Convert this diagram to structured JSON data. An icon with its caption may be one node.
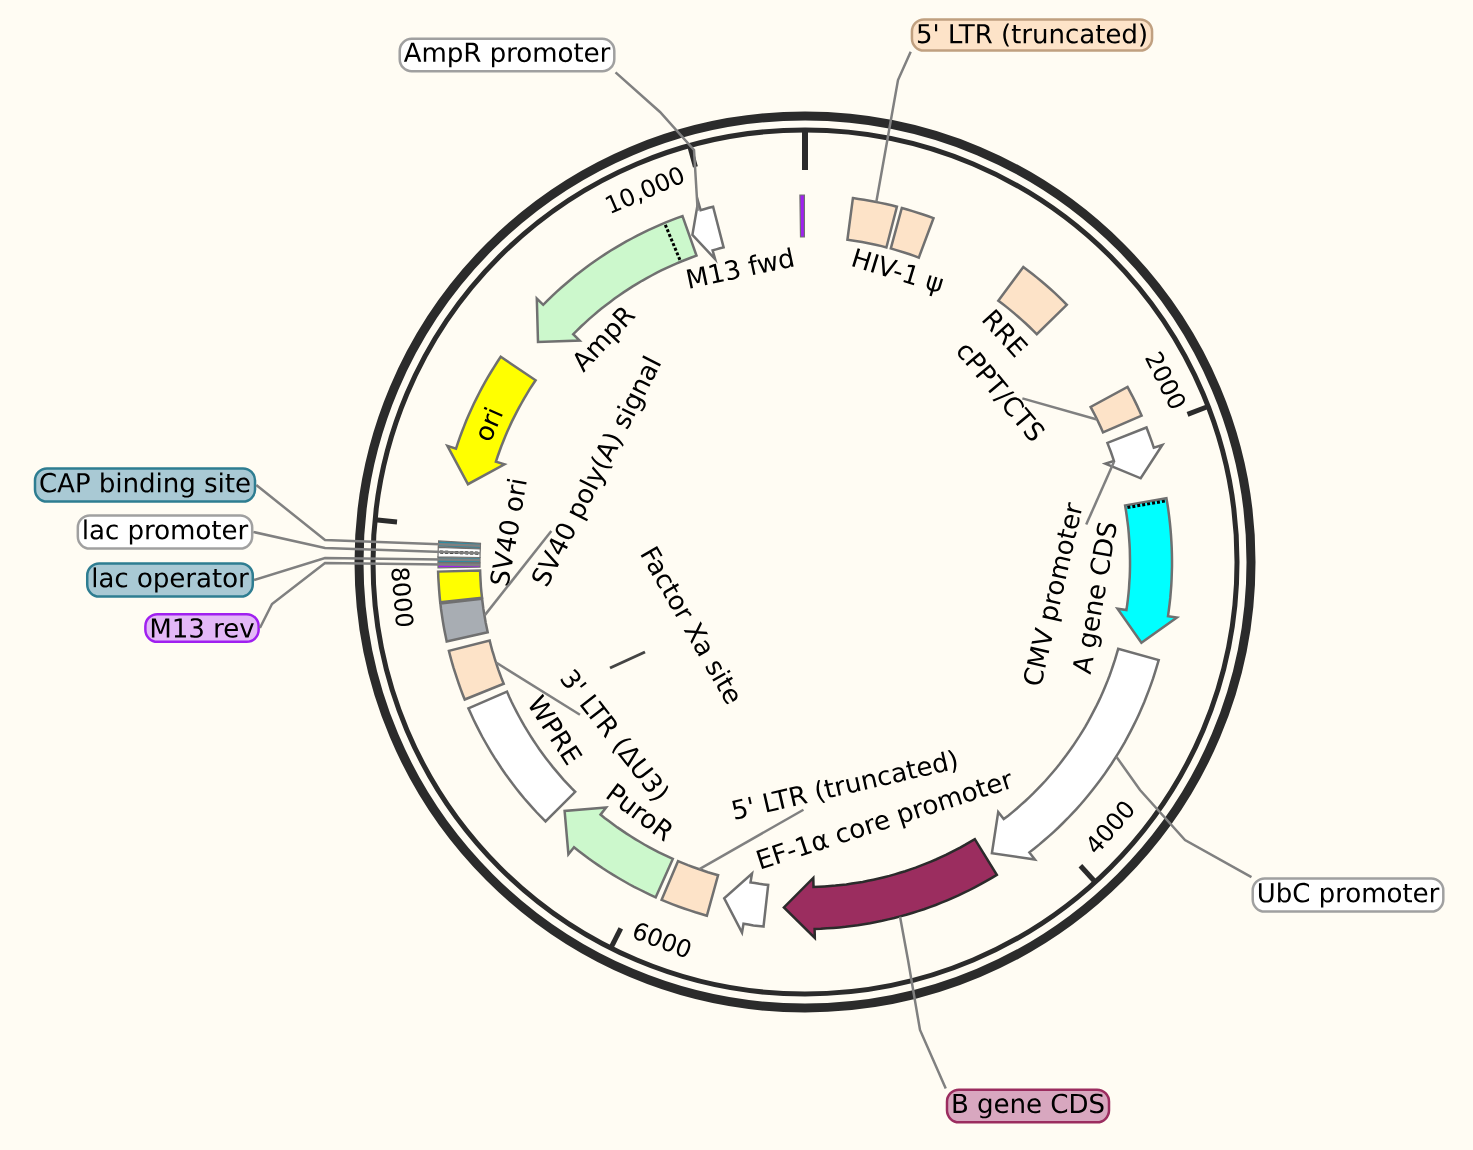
{
  "diagram": {
    "nodes": [
      {
        "text": [
          "AmpR promoter"
        ]
      },
      {
        "text": [],
        "shape": "arrow"
      },
      {
        "text": [],
        "shape": "bar",
        "beside": [
          "M13 fwd"
        ]
      },
      {
        "text": [
          "5' LTR (truncated)"
        ]
      },
      {
        "text": [],
        "shape": "box"
      },
      {
        "text": [],
        "shape": "box",
        "beside": [
          "HIV-1 ψ"
        ]
      },
      {
        "text": [],
        "shape": "box",
        "beside": [
          "RRE"
        ]
      },
      {
        "text": [
          "cPPT/CTS"
        ]
      },
      {
        "text": [],
        "shape": "box"
      },
      {
        "text": [
          "CMV promoter"
        ]
      },
      {
        "text": [],
        "shape": "arrow"
      },
      {
        "text": [],
        "shape": "arrow",
        "beside": [
          "A gene CDS"
        ]
      },
      {
        "text": [
          "UbC promoter"
        ]
      },
      {
        "text": [],
        "shape": "arrow"
      },
      {
        "text": [
          "B gene CDS"
        ]
      },
      {
        "text": [],
        "shape": "arrow"
      },
      {
        "text": [],
        "shape": "arrow",
        "beside": [
          "EF-1α core promoter"
        ]
      },
      {
        "text": [
          "5' LTR (truncated)"
        ]
      },
      {
        "text": [],
        "shape": "box"
      },
      {
        "text": [],
        "shape": "arrow",
        "beside": [
          "PuroR"
        ]
      },
      {
        "text": [],
        "shape": "box",
        "beside": [
          "WPRE"
        ]
      },
      {
        "text": [
          "3' LTR (ΔU3)"
        ]
      },
      {
        "text": [],
        "shape": "box"
      },
      {
        "text": [
          "SV40 poly(A) signal"
        ]
      },
      {
        "text": [],
        "shape": "box"
      },
      {
        "text": [],
        "shape": "box",
        "beside": [
          "SV40 ori"
        ]
      },
      {
        "text": [
          "M13 rev"
        ]
      },
      {
        "text": [],
        "shape": "bar"
      },
      {
        "text": [
          "lac operator"
        ]
      },
      {
        "text": [],
        "shape": "bar"
      },
      {
        "text": [
          "lac promoter"
        ]
      },
      {
        "text": [],
        "shape": "bar"
      },
      {
        "text": [
          "CAP binding site"
        ]
      },
      {
        "text": [],
        "shape": "bar"
      },
      {
        "text": [
          "ori"
        ]
      },
      {
        "text": [],
        "shape": "arrow",
        "beside": [
          "AmpR"
        ]
      },
      {
        "text": [],
        "shape": "bar",
        "beside": [
          "Factor Xa site"
        ]
      }
    ],
    "edges": [
      {
        "from": 0,
        "to": 1,
        "arrow": "none"
      },
      {
        "from": 3,
        "to": 4,
        "arrow": "none"
      },
      {
        "from": 7,
        "to": 8,
        "arrow": "none"
      },
      {
        "from": 9,
        "to": 10,
        "arrow": "none"
      },
      {
        "from": 12,
        "to": 13,
        "arrow": "none"
      },
      {
        "from": 14,
        "to": 15,
        "arrow": "none"
      },
      {
        "from": 17,
        "to": 18,
        "arrow": "none"
      },
      {
        "from": 21,
        "to": 22,
        "arrow": "none"
      },
      {
        "from": 23,
        "to": 24,
        "arrow": "none"
      },
      {
        "from": 26,
        "to": 27,
        "arrow": "none"
      },
      {
        "from": 28,
        "to": 29,
        "arrow": "none"
      },
      {
        "from": 30,
        "to": 31,
        "arrow": "none"
      },
      {
        "from": 32,
        "to": 33,
        "arrow": "none"
      }
    ],
    "labels": [
      "10,000",
      "2000",
      "4000",
      "6000",
      "8000"
    ]
  }
}
